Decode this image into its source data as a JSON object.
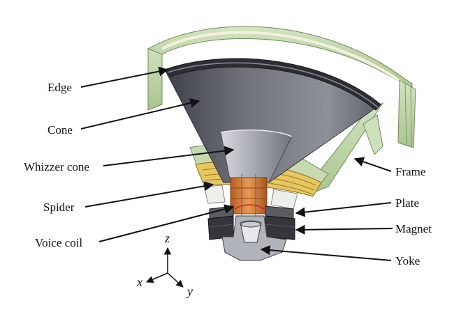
{
  "labels": {
    "edge": "Edge",
    "cone": "Cone",
    "whizzer_cone": "Whizzer cone",
    "spider": "Spider",
    "voice_coil": "Voice coil",
    "frame": "Frame",
    "plate": "Plate",
    "magnet": "Magnet",
    "yoke": "Yoke"
  },
  "axes": {
    "z": "z",
    "x": "x",
    "y": "y"
  },
  "colors": {
    "frame": "#b9d2a2",
    "frame_dark": "#7f9a6c",
    "cone_light": "#b9bcc4",
    "cone_dark": "#55585f",
    "spider": "#e4c25a",
    "voice_coil": "#d9833a",
    "magnet": "#3b3d42",
    "plate": "#5a5c62",
    "yoke": "#b5b8be"
  }
}
